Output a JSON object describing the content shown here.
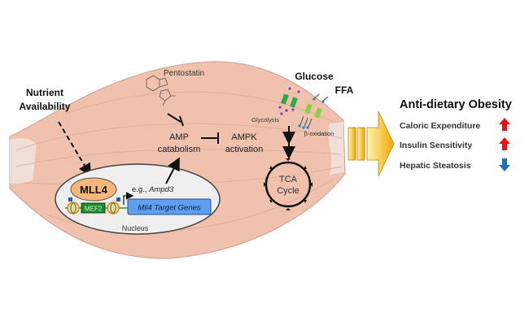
{
  "labels": {
    "nutrient_line1": "Nutrient",
    "nutrient_line2": "Availability",
    "pentostatin": "Pentostatin",
    "amp_line1": "AMP",
    "amp_line2": "catabolism",
    "ampk_line1": "AMPK",
    "ampk_line2": "activation",
    "mll4": "MLL4",
    "mef2": "MEF2",
    "eg": "e.g., ",
    "ampd3": "Ampd3",
    "target_genes": "Mll4 Target Genes",
    "nucleus": "Nucleus",
    "glucose": "Glucose",
    "ffa": "FFA",
    "glycolysis": "Glycolysis",
    "beta_oxidation": "β-oxidation",
    "tca_line1": "TCA",
    "tca_line2": "Cycle"
  },
  "outcome": {
    "title": "Anti-dietary Obesity",
    "items": [
      {
        "label": "Caloric Expenditure",
        "direction": "up",
        "color": "#ee1111"
      },
      {
        "label": "Insulin Sensitivity",
        "direction": "up",
        "color": "#ee1111"
      },
      {
        "label": "Hepatic Steatosis",
        "direction": "down",
        "color": "#1f6fc2"
      }
    ]
  },
  "colors": {
    "muscle": "#f0c2ae",
    "mll4": "#f5b87a",
    "mef2": "#1e8a2e",
    "target_genes": "#5f9ff0",
    "arrow": "#f2b21c"
  }
}
